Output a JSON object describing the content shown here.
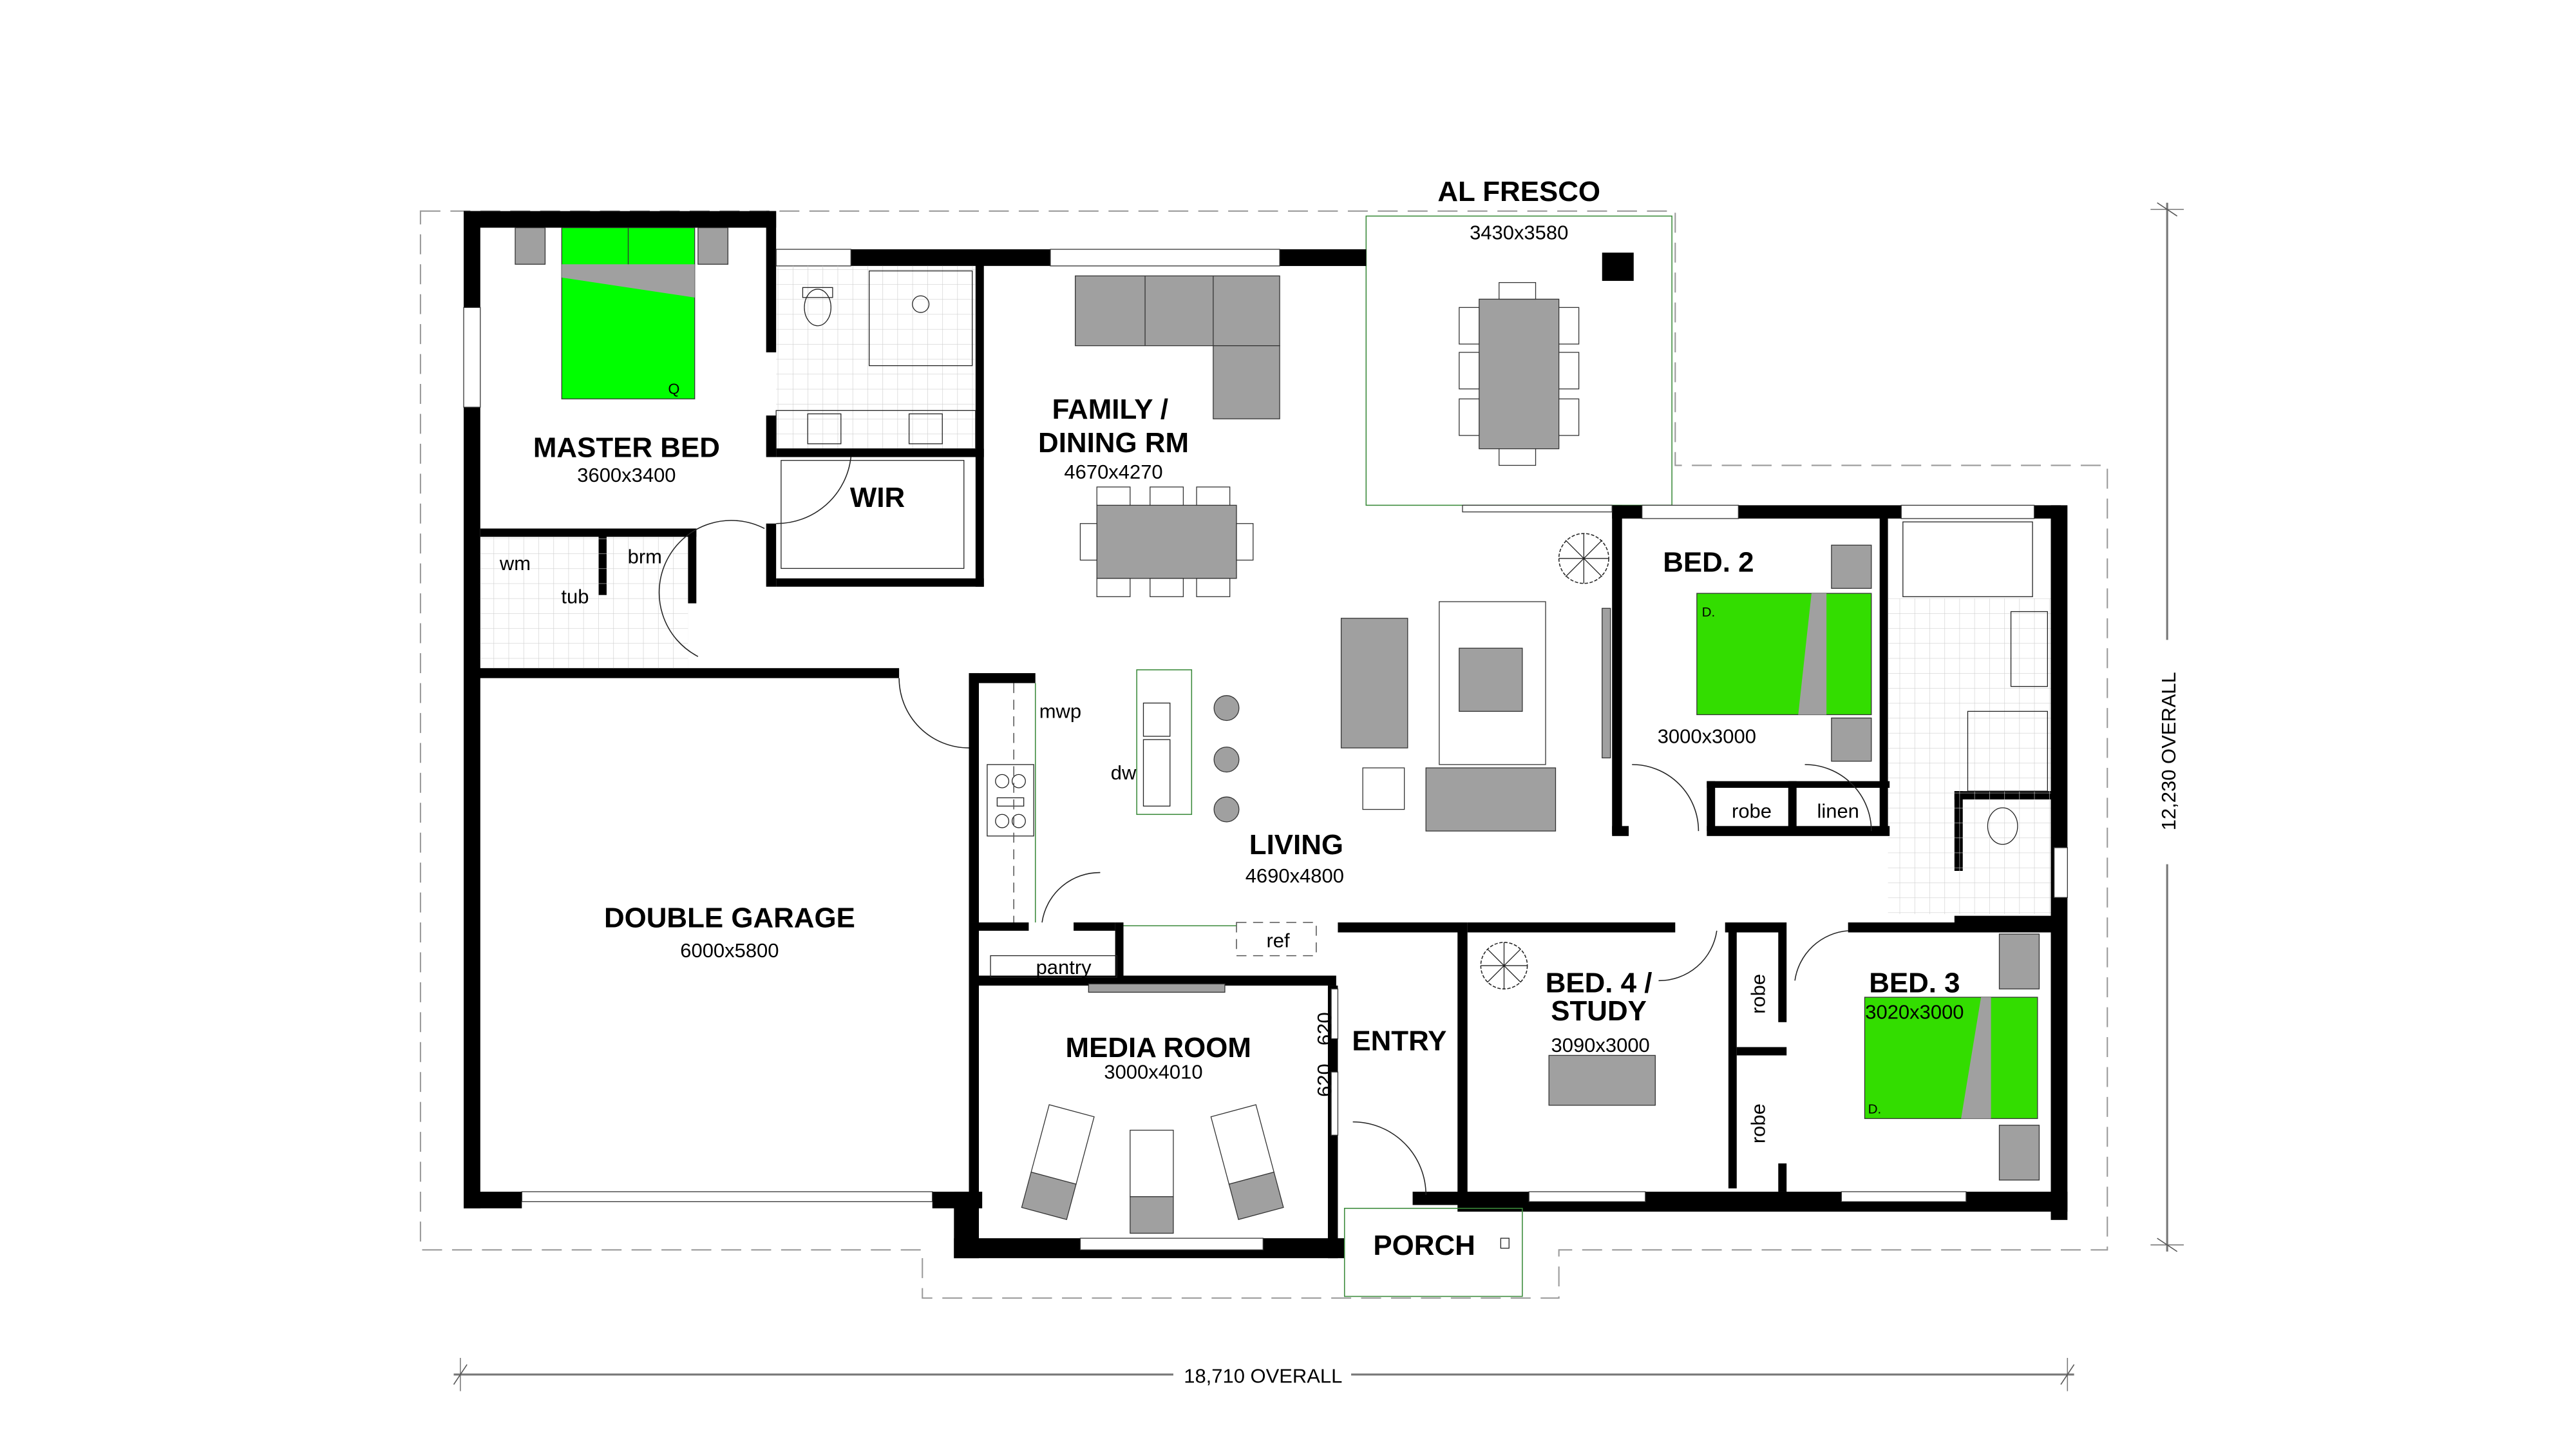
{
  "plan": {
    "title": "Single-storey 4 bedroom house floor plan",
    "overall_width": "18,710 OVERALL",
    "overall_depth": "12,230 OVERALL",
    "colors": {
      "wall": "#000000",
      "furniture": "#a0a0a0",
      "bed_master": "#00ff00",
      "bed_secondary": "#33dd00",
      "outline_green": "#3a8a3a",
      "boundary_dash": "#9a9a9a"
    }
  },
  "rooms": {
    "alfresco": {
      "name": "AL FRESCO",
      "size": "3430x3580"
    },
    "master_bed": {
      "name": "MASTER BED",
      "size": "3600x3400",
      "bed_mark": "Q"
    },
    "wir": {
      "name": "WIR"
    },
    "family_dining": {
      "name_line1": "FAMILY /",
      "name_line2": "DINING RM",
      "size": "4670x4270"
    },
    "bed2": {
      "name": "BED. 2",
      "size": "3000x3000",
      "bed_mark": "D."
    },
    "robe_bed2": {
      "name": "robe"
    },
    "linen": {
      "name": "linen"
    },
    "laundry": {
      "wm": "wm",
      "tub": "tub",
      "brm": "brm"
    },
    "kitchen": {
      "mwp": "mwp",
      "dw": "dw",
      "pantry": "pantry",
      "ref": "ref"
    },
    "living": {
      "name": "LIVING",
      "size": "4690x4800"
    },
    "double_garage": {
      "name": "DOUBLE GARAGE",
      "size": "6000x5800"
    },
    "media_room": {
      "name": "MEDIA ROOM",
      "size": "3000x4010"
    },
    "entry": {
      "name": "ENTRY",
      "side_window_1": "620",
      "side_window_2": "620"
    },
    "porch": {
      "name": "PORCH"
    },
    "bed4_study": {
      "name_line1": "BED. 4 /",
      "name_line2": "STUDY",
      "size": "3090x3000"
    },
    "robe_bed4": {
      "name": "robe"
    },
    "robe_bed3": {
      "name": "robe"
    },
    "bed3": {
      "name": "BED. 3",
      "size": "3020x3000",
      "bed_mark": "D."
    }
  }
}
